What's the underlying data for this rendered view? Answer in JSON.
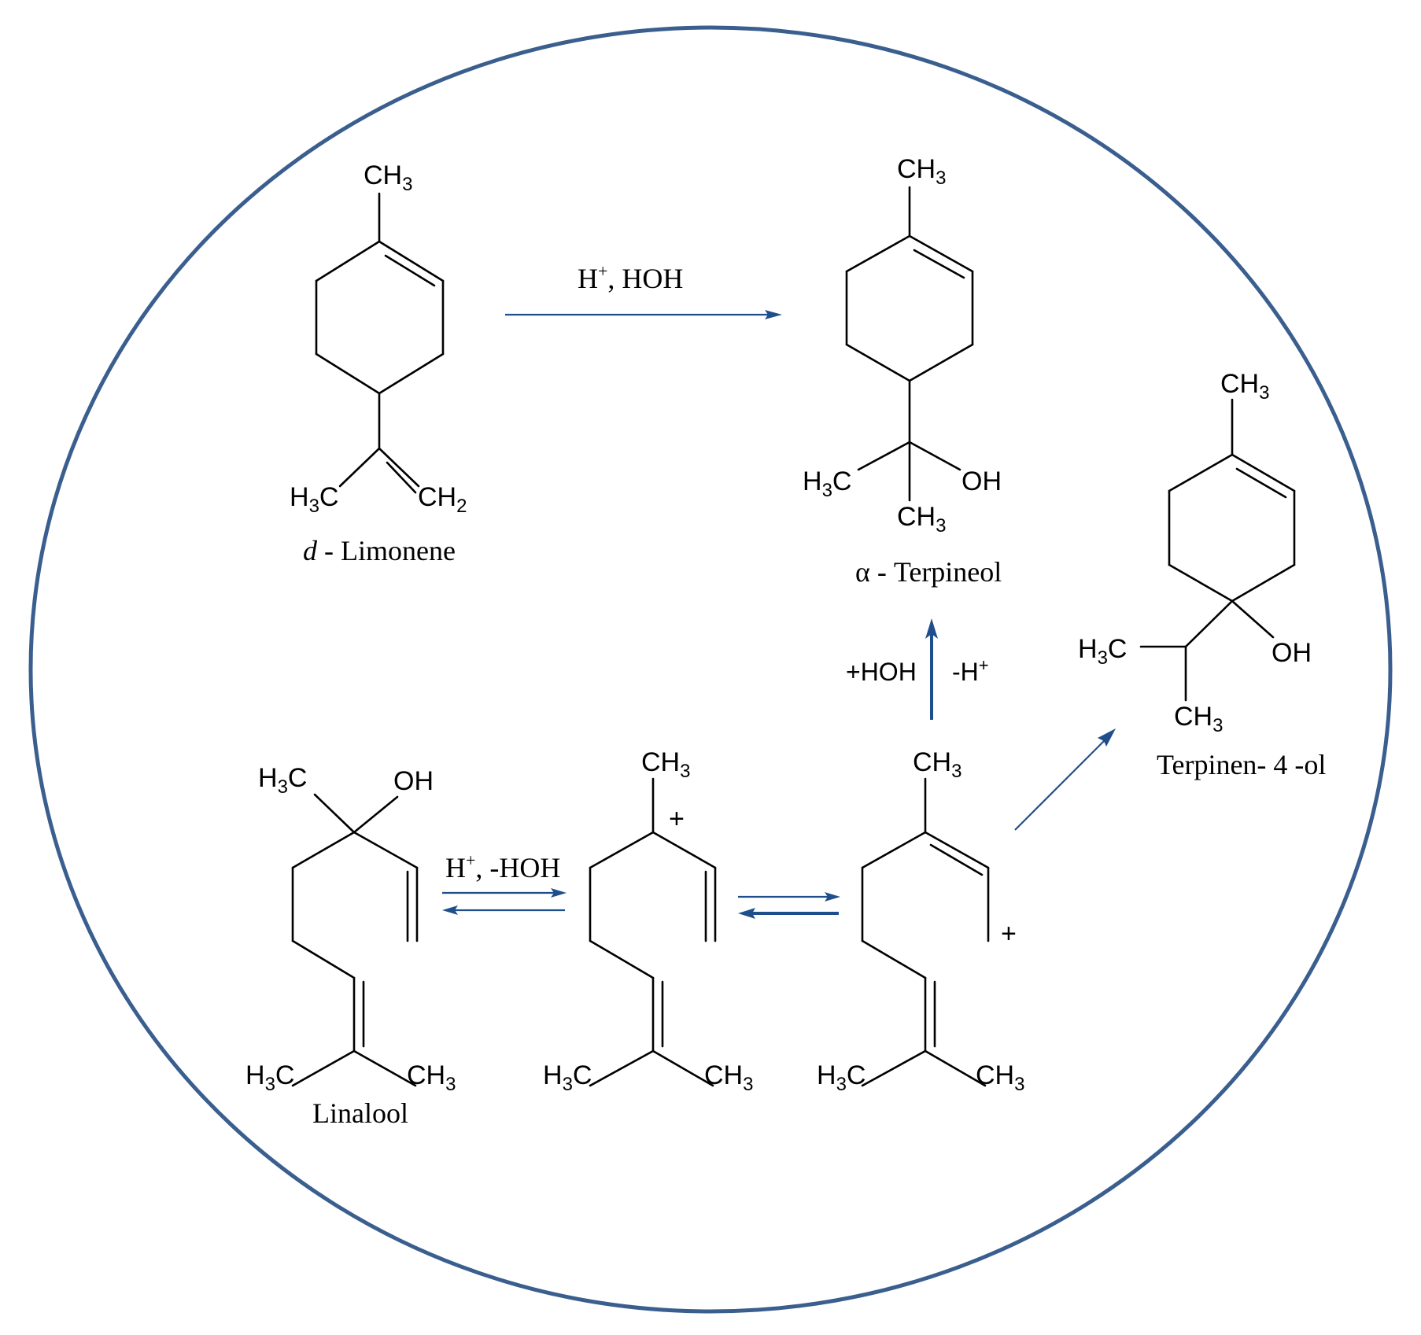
{
  "colors": {
    "accent": "#1f4e8c",
    "ink": "#000000",
    "background": "#ffffff"
  },
  "compounds": {
    "limonene": {
      "name_italic": "d",
      "name_rest": " - Limonene",
      "ch3": "CH",
      "ch3_sub": "3",
      "h3c": "H",
      "h3c_sub": "3",
      "h3c_c": "C",
      "ch2": "CH",
      "ch2_sub": "2"
    },
    "terpineol": {
      "name_greek": "α",
      "name_rest": " - Terpineol",
      "ch3_top": "CH",
      "ch3_top_sub": "3",
      "h3c": "H",
      "h3c_sub": "3",
      "h3c_c": "C",
      "oh": "OH",
      "ch3_bottom": "CH",
      "ch3_bottom_sub": "3"
    },
    "terpinen4ol": {
      "name": "Terpinen- 4 -ol",
      "ch3_top": "CH",
      "ch3_top_sub": "3",
      "h3c": "H",
      "h3c_sub": "3",
      "h3c_c": "C",
      "oh": "OH",
      "ch3_bottom": "CH",
      "ch3_bottom_sub": "3"
    },
    "linalool": {
      "name": "Linalool",
      "h3c_top": "H",
      "h3c_top_sub": "3",
      "h3c_top_c": "C",
      "oh": "OH",
      "h3c_bottom": "H",
      "h3c_bottom_sub": "3",
      "h3c_bottom_c": "C",
      "ch3_bottom": "CH",
      "ch3_bottom_sub": "3"
    },
    "cation1": {
      "ch3": "CH",
      "ch3_sub": "3",
      "plus": "+",
      "h3c": "H",
      "h3c_sub": "3",
      "h3c_c": "C",
      "ch3_bottom": "CH",
      "ch3_bottom_sub": "3"
    },
    "cation2": {
      "ch3": "CH",
      "ch3_sub": "3",
      "plus": "+",
      "h3c": "H",
      "h3c_sub": "3",
      "h3c_c": "C",
      "ch3_bottom": "CH",
      "ch3_bottom_sub": "3"
    }
  },
  "conditions": {
    "limonene_to_terpineol": {
      "h": "H",
      "sup": "+",
      "rest": ", HOH"
    },
    "linalool_to_cation": {
      "h": "H",
      "sup": "+",
      "rest": ", -HOH"
    },
    "cation_to_terpineol_left": "+HOH",
    "cation_to_terpineol_right_h": "-H",
    "cation_to_terpineol_right_sup": "+"
  }
}
